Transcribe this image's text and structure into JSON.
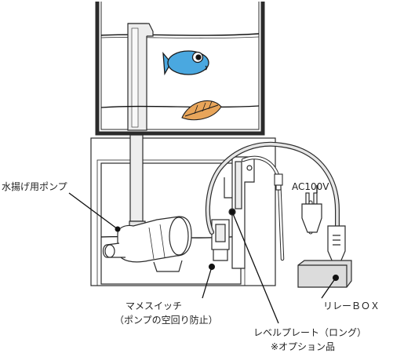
{
  "labels": {
    "pump": "水揚げ用ポンプ",
    "switch_line1": "マメスイッチ",
    "switch_line2": "（ポンプの空回り防止）",
    "level_plate_line1": "レベルプレート（ロング）",
    "level_plate_line2": "※オプション品",
    "relay_box": "リレーＢＯＸ",
    "ac": "AC100V"
  },
  "colors": {
    "outline": "#2b2b2b",
    "water_line": "#111111",
    "fish": "#4aa8e0",
    "leaf": "#e8a55a",
    "relay_box_fill": "#dcdcdc",
    "cable_fill": "#e6e6e6"
  }
}
